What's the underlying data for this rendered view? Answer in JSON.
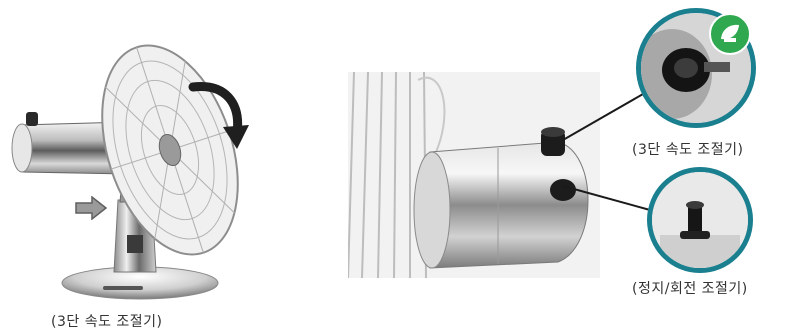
{
  "captions": {
    "left_product": "(3단 속도 조절기)",
    "speed_knob": "(3단 속도 조절기)",
    "stop_rotate_knob": "(정지/회전 조절기)"
  },
  "colors": {
    "callout_ring": "#1a7f8f",
    "badge_green": "#2fa84f",
    "rotation_arrow": "#1f1f1f",
    "push_arrow": "#9a9a9a"
  },
  "icons": {
    "rotation": "curved-arrow-icon",
    "push": "right-arrow-icon",
    "badge": "eco-leaf-icon"
  }
}
